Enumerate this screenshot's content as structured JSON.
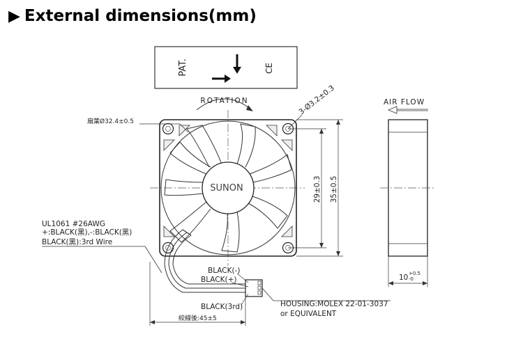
{
  "header": {
    "arrow_icon": "triangle-right-icon",
    "title": "External dimensions(mm)"
  },
  "label_panel": {
    "pat": "PAT.",
    "ce": "CE"
  },
  "front_view": {
    "rotation": "ROTATION",
    "hole_dim": "3-Ø3.2±0.3",
    "blade_dim": "扇葉Ø32.4±0.5",
    "hub_brand": "SUNON",
    "dim_29": "29±0.3",
    "dim_35": "35±0.5"
  },
  "wire_spec": {
    "line1": "UL1061  #26AWG",
    "line2": "+:BLACK(黑),-:BLACK(黑)",
    "line3": "BLACK(黑):3rd  Wire"
  },
  "wires": {
    "neg": "BLACK(-)",
    "pos": "BLACK(+)",
    "third": "BLACK(3rd)"
  },
  "lead_length": "絞線後:45±5",
  "housing": {
    "line1": "HOUSING:MOLEX  22-01-3037",
    "line2": "or  EQUIVALENT"
  },
  "side_view": {
    "airflow": "AIR  FLOW",
    "thickness": "10",
    "tol_plus": "+0.5",
    "tol_minus": "-0"
  }
}
